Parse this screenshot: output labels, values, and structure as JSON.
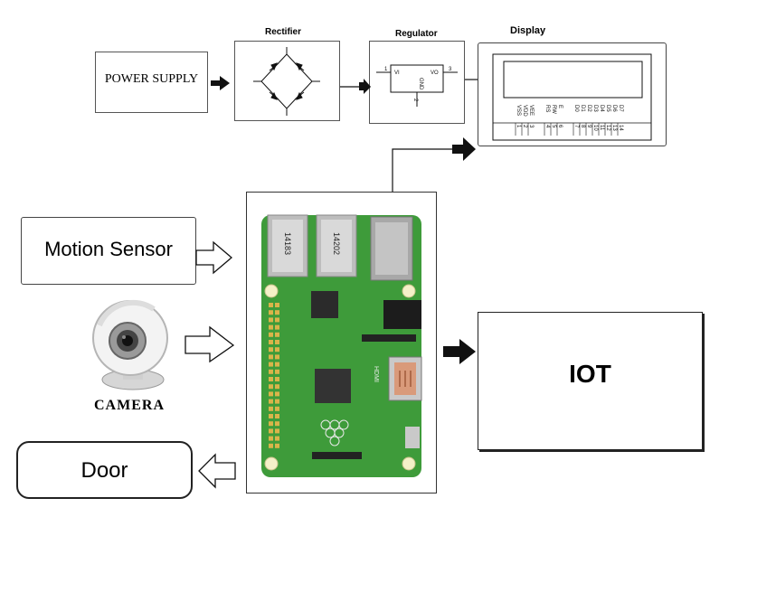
{
  "blocks": {
    "power_supply": "POWER SUPPLY",
    "rectifier": "Rectifier",
    "regulator": "Regulator",
    "display": "Display",
    "motion_sensor": "Motion Sensor",
    "camera": "CAMERA",
    "door": "Door",
    "iot": "IOT"
  },
  "regulator_pins": {
    "vi": "VI",
    "vo": "VO",
    "gnd": "GND",
    "pin1": "1",
    "pin2": "2",
    "pin3": "3"
  },
  "display_pins": [
    {
      "num": "1",
      "name": "VSS"
    },
    {
      "num": "2",
      "name": "VDD"
    },
    {
      "num": "3",
      "name": "VEE"
    },
    {
      "num": "4",
      "name": "RS"
    },
    {
      "num": "5",
      "name": "RW"
    },
    {
      "num": "6",
      "name": "E"
    },
    {
      "num": "7",
      "name": "D0"
    },
    {
      "num": "8",
      "name": "D1"
    },
    {
      "num": "9",
      "name": "D2"
    },
    {
      "num": "10",
      "name": "D3"
    },
    {
      "num": "11",
      "name": "D4"
    },
    {
      "num": "12",
      "name": "D5"
    },
    {
      "num": "13",
      "name": "D6"
    },
    {
      "num": "14",
      "name": "D7"
    }
  ],
  "board_chips": {
    "usb_left": "14183",
    "usb_right": "14202",
    "hdmi": "HDMI"
  },
  "colors": {
    "board_green": "#3e9b3a",
    "board_dark": "#2f7a2c",
    "line": "#111111"
  }
}
